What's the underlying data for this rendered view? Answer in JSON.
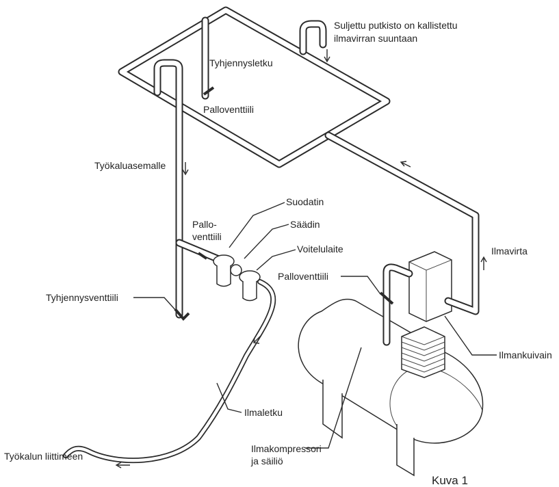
{
  "labels": {
    "closed_loop": "Suljettu putkisto on kallistettu",
    "closed_loop_2": "ilmavirran suuntaan",
    "drain_hose": "Tyhjennysletku",
    "ball_valve_top": "Palloventtiili",
    "to_tool_station": "Työkaluasemalle",
    "filter": "Suodatin",
    "ball_valve_mid_1": "Pallo-",
    "ball_valve_mid_2": "venttiili",
    "regulator": "Säädin",
    "lubricator": "Voitelulaite",
    "ball_valve_right": "Palloventtiili",
    "airflow": "Ilmavirta",
    "drain_valve": "Tyhjennysventtiili",
    "dryer": "Ilmankuivain",
    "air_hose": "Ilmaletku",
    "compressor_1": "Ilmakompressori",
    "compressor_2": "ja säiliö",
    "tool_coupling": "Työkalun liittimeen",
    "figure_caption": "Kuva 1"
  }
}
